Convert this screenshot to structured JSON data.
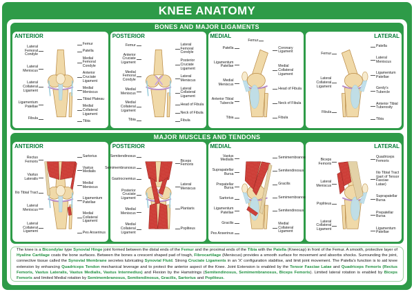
{
  "poster": {
    "title": "KNEE ANATOMY"
  },
  "colors": {
    "green": "#2E9B48",
    "panel_title_green": "#007A33",
    "footer_highlight": "#1E8E3E",
    "bone_tan": "#F0D9A8",
    "bone_outline": "#B98A45",
    "ligament_blue": "#BEDFEA",
    "meniscus_purple": "#B78CC9",
    "muscle_red": "#C8342E"
  },
  "sections": [
    {
      "id": "bones",
      "title": "BONES AND MAJOR LIGAMENTS",
      "panels": [
        {
          "view": "ANTERIOR",
          "title_side": "left",
          "illustration": "kf",
          "mirror": false,
          "labels_left": [
            "Lateral Femoral Condyle",
            "Lateral Meniscus",
            "Lateral Collateral Ligament",
            "Ligamentum Patellae",
            "Fibula"
          ],
          "labels_right": [
            "Femur",
            "Patella",
            "Medial Femoral Condyle",
            "Anterior Cruciate Ligament",
            "Medial Meniscus",
            "Tibial Plateau",
            "Medial Collateral Ligament",
            "Tibia"
          ]
        },
        {
          "view": "POSTERIOR",
          "title_side": "left",
          "illustration": "kp",
          "mirror": false,
          "labels_left": [
            "Femur",
            "Anterior Cruciate Ligament",
            "Medial Femoral Condyle",
            "Medial Meniscus",
            "Medial Collateral Ligament",
            "Tibia"
          ],
          "labels_right": [
            "Lateral Femoral Condyle",
            "Posterior Cruciate Ligament",
            "Lateral Meniscus",
            "Lateral Collateral Ligament",
            "Head of Fibula",
            "Neck of Fibula",
            "Fibula"
          ]
        },
        {
          "view": "MEDIAL",
          "title_side": "left",
          "illustration": "ks",
          "mirror": false,
          "labels_top": [
            "Femur"
          ],
          "labels_left": [
            "Patella",
            "Ligamentum Patellae",
            "Medial Meniscus",
            "Anterior Tibial Tubercle",
            "Tibia"
          ],
          "labels_right": [
            "Coronary Ligament",
            "Medial Collateral Ligament",
            "Head of Fibula",
            "Neck of Fibula",
            "Fibula"
          ]
        },
        {
          "view": "LATERAL",
          "title_side": "right",
          "illustration": "ks",
          "mirror": true,
          "labels_left": [
            "Femur",
            "Lateral Collateral Ligament",
            "Fibula"
          ],
          "labels_right": [
            "Patella",
            "Lateral Meniscus",
            "Ligamentum Patellae",
            "Gerdy's Tubercle",
            "Anterior Tibial Tuberosity",
            "Tibia"
          ]
        }
      ]
    },
    {
      "id": "muscles",
      "title": "MAJOR MUSCLES AND TENDONS",
      "panels": [
        {
          "view": "ANTERIOR",
          "title_side": "left",
          "illustration": "mf",
          "mirror": false,
          "labels_left": [
            "Rectus Femoris",
            "Vastus Lateralis",
            "Ilio Tibial Tract",
            "Lateral Meniscus",
            "Lateral Collateral Ligament"
          ],
          "labels_right": [
            "Sartorius",
            "Vastus Medialis",
            "Medial Meniscus",
            "Ligamentum Patellae",
            "Medial Collateral Ligament",
            "Pes Anserinus"
          ]
        },
        {
          "view": "POSTERIOR",
          "title_side": "left",
          "illustration": "mp",
          "mirror": false,
          "labels_left": [
            "Semitendinosus",
            "Semimembranosus",
            "Gastrocnemius",
            "Posterior Cruciate Ligament",
            "Medial Meniscus",
            "Medial Collateral Ligament"
          ],
          "labels_right": [
            "Biceps Femoris",
            "Lateral Meniscus",
            "Plantaris",
            "Popliteus"
          ]
        },
        {
          "view": "MEDIAL",
          "title_side": "left",
          "illustration": "mm",
          "mirror": false,
          "labels_left": [
            "Vastus Medialis",
            "Suprapatellar Bursa",
            "Prepatellar Bursa",
            "Sartorius",
            "Ligamentum Patellae",
            "Gracilis",
            "Pes Anserinus"
          ],
          "labels_right": [
            "Semimembranosus",
            "Semitendinosus",
            "Gracilis",
            "Semimembranosus",
            "Semitendinosus",
            "Medial Collateral Ligament"
          ]
        },
        {
          "view": "LATERAL",
          "title_side": "right",
          "illustration": "ml",
          "mirror": true,
          "labels_left": [
            "Biceps Femoris",
            "Lateral Meniscus",
            "Popliteus",
            "Lateral Collateral Ligament"
          ],
          "labels_right": [
            "Quadriceps Femoris",
            "Ilio Tibial Tract (part of Tensor Fasciae Latae)",
            "Suprapatellar Bursa",
            "Prepatellar Bursa",
            "Ligamentum Patellae"
          ]
        }
      ]
    }
  ],
  "footer": {
    "segments": [
      {
        "t": "The knee is a "
      },
      {
        "t": "Bicondylar",
        "h": true
      },
      {
        "t": " type "
      },
      {
        "t": "Synovial Hinge",
        "h": true
      },
      {
        "t": " joint formed between the distal ends of the "
      },
      {
        "t": "Femur",
        "h": true
      },
      {
        "t": " and the proximal ends of the "
      },
      {
        "t": "Tibia",
        "h": true
      },
      {
        "t": " with the "
      },
      {
        "t": "Patella",
        "h": true
      },
      {
        "t": " (Kneecap) in front of the Femur. A smooth, protective layer of "
      },
      {
        "t": "Hyaline Cartilage",
        "h": true
      },
      {
        "t": " coats the bone surfaces. Between the bones a crescent shaped pad of tough, "
      },
      {
        "t": "Fibrocartilage",
        "h": true
      },
      {
        "t": " (Meniscus) provides a smooth surface for movement and absorbs shocks. Surrounding the joint, connective tissue called the "
      },
      {
        "t": "Synovial Membrane",
        "h": true
      },
      {
        "t": " secretes lubricating "
      },
      {
        "t": "Synovial Fluid",
        "h": true
      },
      {
        "t": ". Strong "
      },
      {
        "t": "Cruciate Ligaments",
        "h": true
      },
      {
        "t": " in an 'X' configuration stabilise, and limit joint movement. The Patella's function is to aid knee extension by enhancing "
      },
      {
        "t": "Quadriceps Tendon",
        "h": true
      },
      {
        "t": " mechanical leverage and to protect the anterior aspect of the Knee. Joint Extension is enabled by the "
      },
      {
        "t": "Tensor Fasciae Latae",
        "h": true
      },
      {
        "t": " and "
      },
      {
        "t": "Quadriceps Femoris (Rectus Femoris, Vastus Lateralis, Vastus Medialis, Vastus Intermedius)",
        "h": true
      },
      {
        "t": " and Flexion by the Hamstrings ("
      },
      {
        "t": "Semitendinosus, Semimembranosus, Biceps Femoris",
        "h": true
      },
      {
        "t": "). Limited lateral rotation is enabled by "
      },
      {
        "t": "Biceps Femoris",
        "h": true
      },
      {
        "t": " and limited Medial rotation by "
      },
      {
        "t": "Semimembranosus, Semitendinosus, Gracilis, Sartorius",
        "h": true
      },
      {
        "t": " and "
      },
      {
        "t": "Popliteus",
        "h": true
      },
      {
        "t": "."
      }
    ]
  }
}
